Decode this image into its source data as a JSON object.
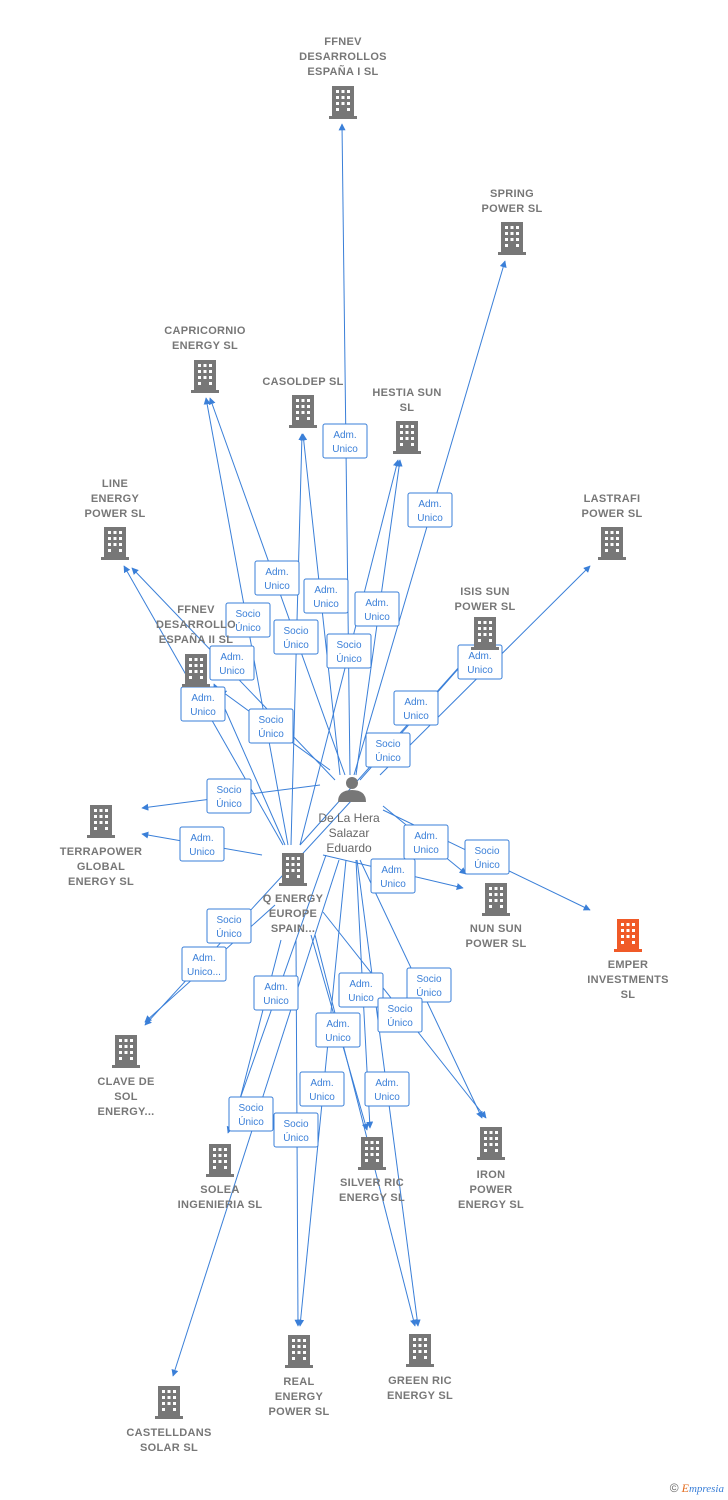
{
  "person": {
    "name_lines": [
      "De La Hera",
      "Salazar",
      "Eduardo"
    ]
  },
  "colors": {
    "edge": "#3a7fd8",
    "building": "#777777",
    "highlight": "#f05a28"
  },
  "companies": [
    {
      "id": "ffnev1",
      "lines": [
        "FFNEV",
        "DESARROLLOS",
        "ESPAÑA I  SL"
      ],
      "highlight": false
    },
    {
      "id": "spring",
      "lines": [
        "SPRING",
        "POWER  SL"
      ],
      "highlight": false
    },
    {
      "id": "capricornio",
      "lines": [
        "CAPRICORNIO",
        "ENERGY  SL"
      ],
      "highlight": false
    },
    {
      "id": "casoldep",
      "lines": [
        "CASOLDEP  SL"
      ],
      "highlight": false
    },
    {
      "id": "hestia",
      "lines": [
        "HESTIA SUN",
        "SL"
      ],
      "highlight": false
    },
    {
      "id": "line",
      "lines": [
        "LINE",
        "ENERGY",
        "POWER  SL"
      ],
      "highlight": false
    },
    {
      "id": "lastrafi",
      "lines": [
        "LASTRAFI",
        "POWER  SL"
      ],
      "highlight": false
    },
    {
      "id": "isis",
      "lines": [
        "ISIS SUN",
        "POWER  SL"
      ],
      "highlight": false
    },
    {
      "id": "ffnev2",
      "lines": [
        "FFNEV",
        "DESARROLLO",
        "ESPAÑA II  SL"
      ],
      "highlight": false
    },
    {
      "id": "terrapower",
      "lines": [
        "TERRAPOWER",
        "GLOBAL",
        "ENERGY  SL"
      ],
      "highlight": false
    },
    {
      "id": "qenergy",
      "lines": [
        "Q ENERGY",
        "EUROPE",
        "SPAIN..."
      ],
      "highlight": false
    },
    {
      "id": "nunsun",
      "lines": [
        "NUN SUN",
        "POWER  SL"
      ],
      "highlight": false
    },
    {
      "id": "emper",
      "lines": [
        "EMPER",
        "INVESTMENTS",
        "SL"
      ],
      "highlight": true
    },
    {
      "id": "clave",
      "lines": [
        "CLAVE DE",
        "SOL",
        "ENERGY..."
      ],
      "highlight": false
    },
    {
      "id": "solea",
      "lines": [
        "SOLEA",
        "INGENIERIA SL"
      ],
      "highlight": false
    },
    {
      "id": "silver",
      "lines": [
        "SILVER RIC",
        "ENERGY  SL"
      ],
      "highlight": false
    },
    {
      "id": "iron",
      "lines": [
        "IRON",
        "POWER",
        "ENERGY  SL"
      ],
      "highlight": false
    },
    {
      "id": "real",
      "lines": [
        "REAL",
        "ENERGY",
        "POWER  SL"
      ],
      "highlight": false
    },
    {
      "id": "greenric",
      "lines": [
        "GREEN RIC",
        "ENERGY  SL"
      ],
      "highlight": false
    },
    {
      "id": "castelldans",
      "lines": [
        "CASTELLDANS",
        "SOLAR  SL"
      ],
      "highlight": false
    }
  ],
  "edges": [
    {
      "from": "person",
      "to": "ffnev1"
    },
    {
      "from": "person",
      "to": "spring"
    },
    {
      "from": "person",
      "to": "capricornio"
    },
    {
      "from": "qenergy",
      "to": "capricornio"
    },
    {
      "from": "person",
      "to": "casoldep"
    },
    {
      "from": "qenergy",
      "to": "casoldep"
    },
    {
      "from": "person",
      "to": "hestia"
    },
    {
      "from": "qenergy",
      "to": "hestia"
    },
    {
      "from": "person",
      "to": "line"
    },
    {
      "from": "qenergy",
      "to": "line"
    },
    {
      "from": "person",
      "to": "lastrafi"
    },
    {
      "from": "person",
      "to": "isis"
    },
    {
      "from": "qenergy",
      "to": "isis"
    },
    {
      "from": "person",
      "to": "ffnev2"
    },
    {
      "from": "qenergy",
      "to": "ffnev2"
    },
    {
      "from": "person",
      "to": "terrapower"
    },
    {
      "from": "qenergy",
      "to": "terrapower"
    },
    {
      "from": "person",
      "to": "nunsun"
    },
    {
      "from": "qenergy",
      "to": "nunsun"
    },
    {
      "from": "person",
      "to": "emper"
    },
    {
      "from": "person",
      "to": "clave"
    },
    {
      "from": "qenergy",
      "to": "clave"
    },
    {
      "from": "person",
      "to": "solea"
    },
    {
      "from": "qenergy",
      "to": "solea"
    },
    {
      "from": "person",
      "to": "silver"
    },
    {
      "from": "qenergy",
      "to": "silver"
    },
    {
      "from": "person",
      "to": "iron"
    },
    {
      "from": "qenergy",
      "to": "iron"
    },
    {
      "from": "person",
      "to": "real"
    },
    {
      "from": "qenergy",
      "to": "real"
    },
    {
      "from": "person",
      "to": "greenric"
    },
    {
      "from": "qenergy",
      "to": "greenric"
    },
    {
      "from": "person",
      "to": "castelldans"
    }
  ],
  "tags": [
    {
      "lines": [
        "Adm.",
        "Unico"
      ]
    },
    {
      "lines": [
        "Adm.",
        "Unico"
      ]
    },
    {
      "lines": [
        "Adm.",
        "Unico"
      ]
    },
    {
      "lines": [
        "Adm.",
        "Unico"
      ]
    },
    {
      "lines": [
        "Socio",
        "Único"
      ]
    },
    {
      "lines": [
        "Socio",
        "Único"
      ]
    },
    {
      "lines": [
        "Adm.",
        "Unico"
      ]
    },
    {
      "lines": [
        "Socio",
        "Único"
      ]
    },
    {
      "lines": [
        "Adm.",
        "Unico"
      ]
    },
    {
      "lines": [
        "Adm.",
        "Unico"
      ]
    },
    {
      "lines": [
        "Socio",
        "Único"
      ]
    },
    {
      "lines": [
        "Adm.",
        "Unico"
      ]
    },
    {
      "lines": [
        "Socio",
        "Único"
      ]
    },
    {
      "lines": [
        "Adm.",
        "Unico"
      ]
    },
    {
      "lines": [
        "Socio",
        "Único"
      ]
    },
    {
      "lines": [
        "Adm.",
        "Unico"
      ]
    },
    {
      "lines": [
        "Adm.",
        "Unico"
      ]
    },
    {
      "lines": [
        "Socio",
        "Único"
      ]
    },
    {
      "lines": [
        "Adm.",
        "Unico"
      ]
    },
    {
      "lines": [
        "Socio",
        "Único"
      ]
    },
    {
      "lines": [
        "Adm.",
        "Unico..."
      ]
    },
    {
      "lines": [
        "Adm.",
        "Unico"
      ]
    },
    {
      "lines": [
        "Adm.",
        "Unico"
      ]
    },
    {
      "lines": [
        "Socio",
        "Único"
      ]
    },
    {
      "lines": [
        "Socio",
        "Único"
      ]
    },
    {
      "lines": [
        "Adm.",
        "Unico"
      ]
    },
    {
      "lines": [
        "Adm.",
        "Unico"
      ]
    },
    {
      "lines": [
        "Adm.",
        "Unico"
      ]
    },
    {
      "lines": [
        "Socio",
        "Único"
      ]
    },
    {
      "lines": [
        "Socio",
        "Único"
      ]
    }
  ],
  "footer": {
    "copyright": "©",
    "brand_initial": "E",
    "brand_rest": "mpresia"
  }
}
